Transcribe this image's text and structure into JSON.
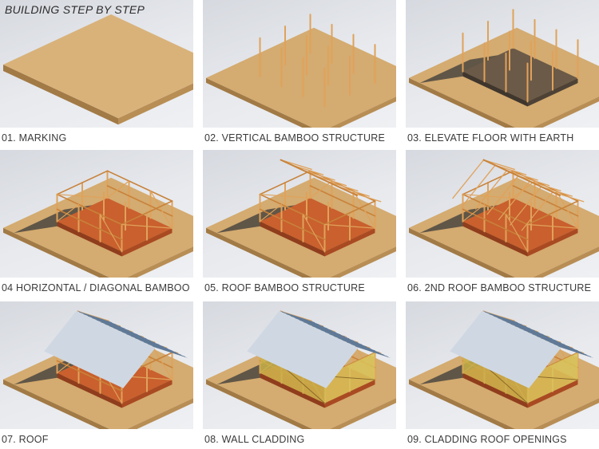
{
  "title": "BUILDING STEP BY STEP",
  "steps": [
    {
      "label": "01. MARKING"
    },
    {
      "label": "02. VERTICAL  BAMBOO STRUCTURE"
    },
    {
      "label": "03. ELEVATE FLOOR WITH EARTH"
    },
    {
      "label": "04 HORIZONTAL / DIAGONAL BAMBOO"
    },
    {
      "label": "05. ROOF BAMBOO STRUCTURE"
    },
    {
      "label": "06. 2ND  ROOF BAMBOO STRUCTURE"
    },
    {
      "label": "07. ROOF"
    },
    {
      "label": "08. WALL CLADDING"
    },
    {
      "label": "09. CLADDING  ROOF OPENINGS"
    }
  ]
}
